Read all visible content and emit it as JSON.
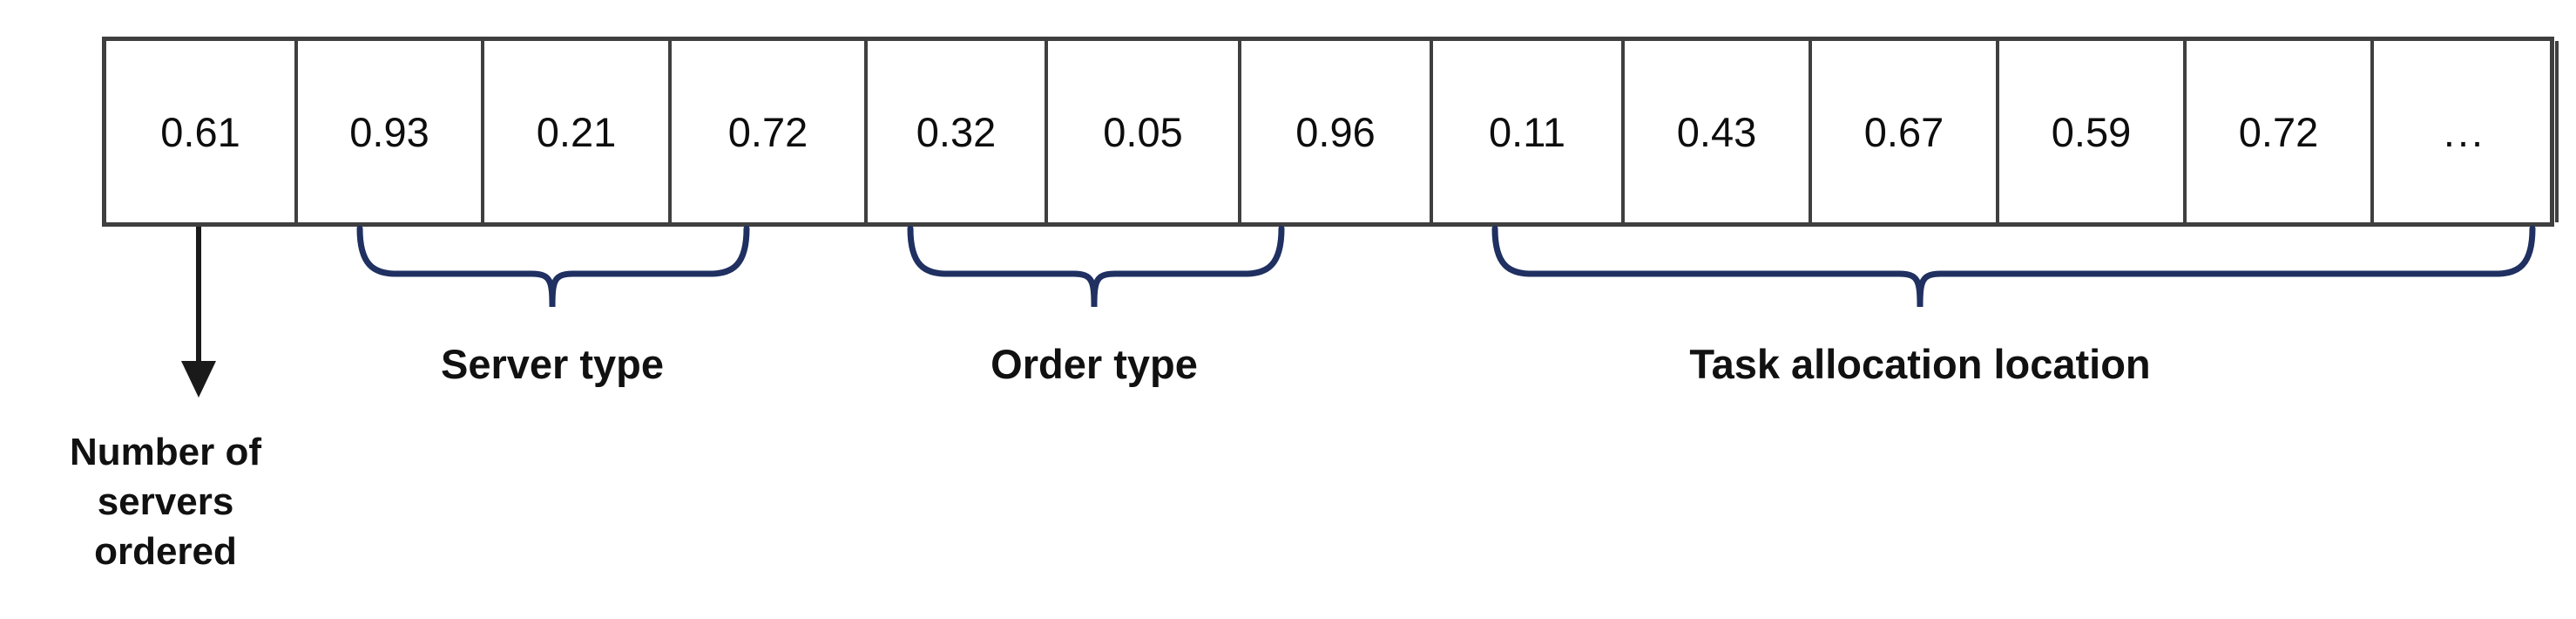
{
  "figure": {
    "type": "chromosome-encoding-diagram",
    "title": "",
    "background_color": "#ffffff",
    "cell_border_color": "#3f3f3f",
    "brace_color": "#1f3061",
    "arrow_color": "#1a1a1a",
    "text_color": "#111111"
  },
  "chart_data": {
    "type": "table",
    "title": "",
    "xlabel": "",
    "ylabel": "",
    "categories": [
      "gene-1",
      "gene-2",
      "gene-3",
      "gene-4",
      "gene-5",
      "gene-6",
      "gene-7",
      "gene-8",
      "gene-9",
      "gene-10",
      "gene-11",
      "gene-12",
      "gene-13",
      "gene-14"
    ],
    "values": [
      "0.61",
      "0.93",
      "0.21",
      "0.72",
      "0.32",
      "0.05",
      "0.96",
      "0.11",
      "0.43",
      "0.67",
      "0.59",
      "0.72",
      "..."
    ],
    "segments": [
      {
        "name": "Number of servers ordered",
        "cell_indices": [
          0
        ]
      },
      {
        "name": "Server type",
        "cell_indices": [
          1,
          2,
          3
        ]
      },
      {
        "name": "Order type",
        "cell_indices": [
          4,
          5,
          6
        ]
      },
      {
        "name": "Task allocation location",
        "cell_indices": [
          7,
          8,
          9,
          10,
          11,
          12
        ]
      }
    ]
  },
  "strip": {
    "cells": [
      {
        "value": "0.61",
        "kind": "number"
      },
      {
        "value": "0.93",
        "kind": "number"
      },
      {
        "value": "0.21",
        "kind": "number"
      },
      {
        "value": "0.72",
        "kind": "number"
      },
      {
        "value": "0.32",
        "kind": "number"
      },
      {
        "value": "0.05",
        "kind": "number"
      },
      {
        "value": "0.96",
        "kind": "number"
      },
      {
        "value": "0.11",
        "kind": "number"
      },
      {
        "value": "0.43",
        "kind": "number"
      },
      {
        "value": "0.67",
        "kind": "number"
      },
      {
        "value": "0.59",
        "kind": "number"
      },
      {
        "value": "0.72",
        "kind": "number"
      },
      {
        "value": "...",
        "kind": "ellipsis"
      }
    ]
  },
  "braces": [
    {
      "label": "Server type",
      "from_cell": 1,
      "to_cell": 3
    },
    {
      "label": "Order type",
      "from_cell": 4,
      "to_cell": 6
    },
    {
      "label": "Task allocation location",
      "from_cell": 7,
      "to_cell": 12
    }
  ],
  "arrow_annotation": {
    "lines": [
      "Number of",
      "servers",
      "ordered"
    ],
    "points_to_cell": 0
  }
}
